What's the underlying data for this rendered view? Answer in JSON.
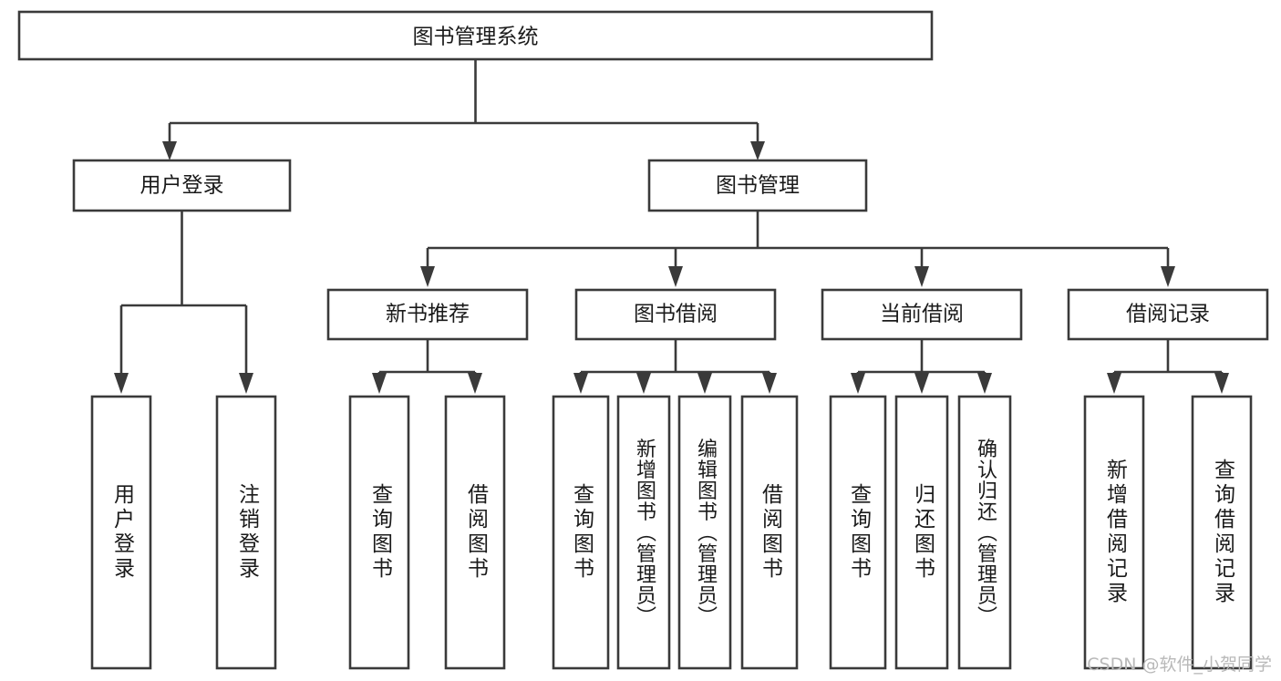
{
  "diagram": {
    "type": "tree-hierarchy",
    "title": "图书管理系统",
    "root": {
      "id": "root",
      "label": "图书管理系统"
    },
    "level2": [
      {
        "id": "user-login",
        "label": "用户登录"
      },
      {
        "id": "book-manage",
        "label": "图书管理"
      }
    ],
    "level3": [
      {
        "id": "new-book-rec",
        "label": "新书推荐",
        "parent": "book-manage"
      },
      {
        "id": "book-borrow",
        "label": "图书借阅",
        "parent": "book-manage"
      },
      {
        "id": "current-borrow",
        "label": "当前借阅",
        "parent": "book-manage"
      },
      {
        "id": "borrow-record",
        "label": "借阅记录",
        "parent": "book-manage"
      }
    ],
    "leaves": {
      "user-login": [
        {
          "id": "leaf-user-login",
          "label": "用户登录"
        },
        {
          "id": "leaf-logout",
          "label": "注销登录"
        }
      ],
      "new-book-rec": [
        {
          "id": "leaf-query-book-1",
          "label": "查询图书"
        },
        {
          "id": "leaf-borrow-book-1",
          "label": "借阅图书"
        }
      ],
      "book-borrow": [
        {
          "id": "leaf-query-book-2",
          "label": "查询图书"
        },
        {
          "id": "leaf-add-book",
          "label": "新增图书（管理员）"
        },
        {
          "id": "leaf-edit-book",
          "label": "编辑图书（管理员）"
        },
        {
          "id": "leaf-borrow-book-2",
          "label": "借阅图书"
        }
      ],
      "current-borrow": [
        {
          "id": "leaf-query-book-3",
          "label": "查询图书"
        },
        {
          "id": "leaf-return-book",
          "label": "归还图书"
        },
        {
          "id": "leaf-confirm-return",
          "label": "确认归还（管理员）"
        }
      ],
      "borrow-record": [
        {
          "id": "leaf-add-record",
          "label": "新增借阅记录"
        },
        {
          "id": "leaf-query-record",
          "label": "查询借阅记录"
        }
      ]
    },
    "colors": {
      "stroke": "#3a3a3a",
      "fill": "#ffffff",
      "text": "#1a1a1a",
      "watermark": "#b9b9b9"
    }
  },
  "watermark": {
    "text": "CSDN @软件_小贺同学"
  }
}
